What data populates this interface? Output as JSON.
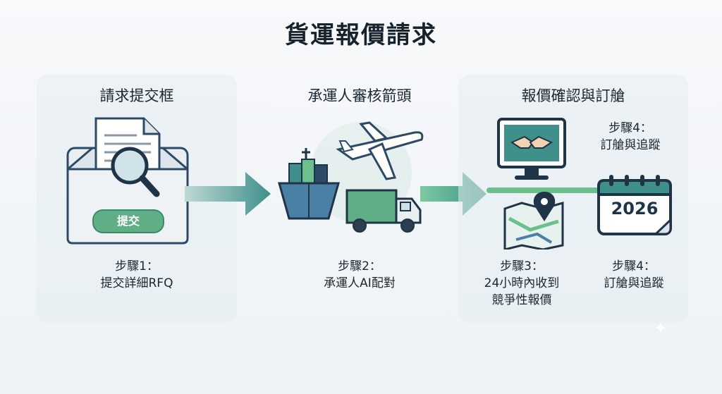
{
  "title": "貨運報價請求",
  "steps": [
    {
      "panel_title": "請求提交框",
      "button_label": "提交",
      "caption_line1": "步驟1：",
      "caption_line2": "提交詳細RFQ"
    },
    {
      "panel_title": "承運人審核箭頭",
      "caption_line1": "步驟2：",
      "caption_line2": "承運人AI配對"
    },
    {
      "panel_title": "報價確認與訂艙",
      "caption_line1": "步驟3：",
      "caption_line2": "24小時內收到",
      "caption_line3": "競爭性報價"
    },
    {
      "top_caption_line1": "步驟4：",
      "top_caption_line2": "訂艙與追蹤",
      "calendar_year": "2026",
      "caption_line1": "步驟4：",
      "caption_line2": "訂艙與追蹤"
    }
  ],
  "colors": {
    "accent_teal": "#3f8f8a",
    "accent_green": "#6cc08e",
    "navy": "#2c4a66"
  }
}
